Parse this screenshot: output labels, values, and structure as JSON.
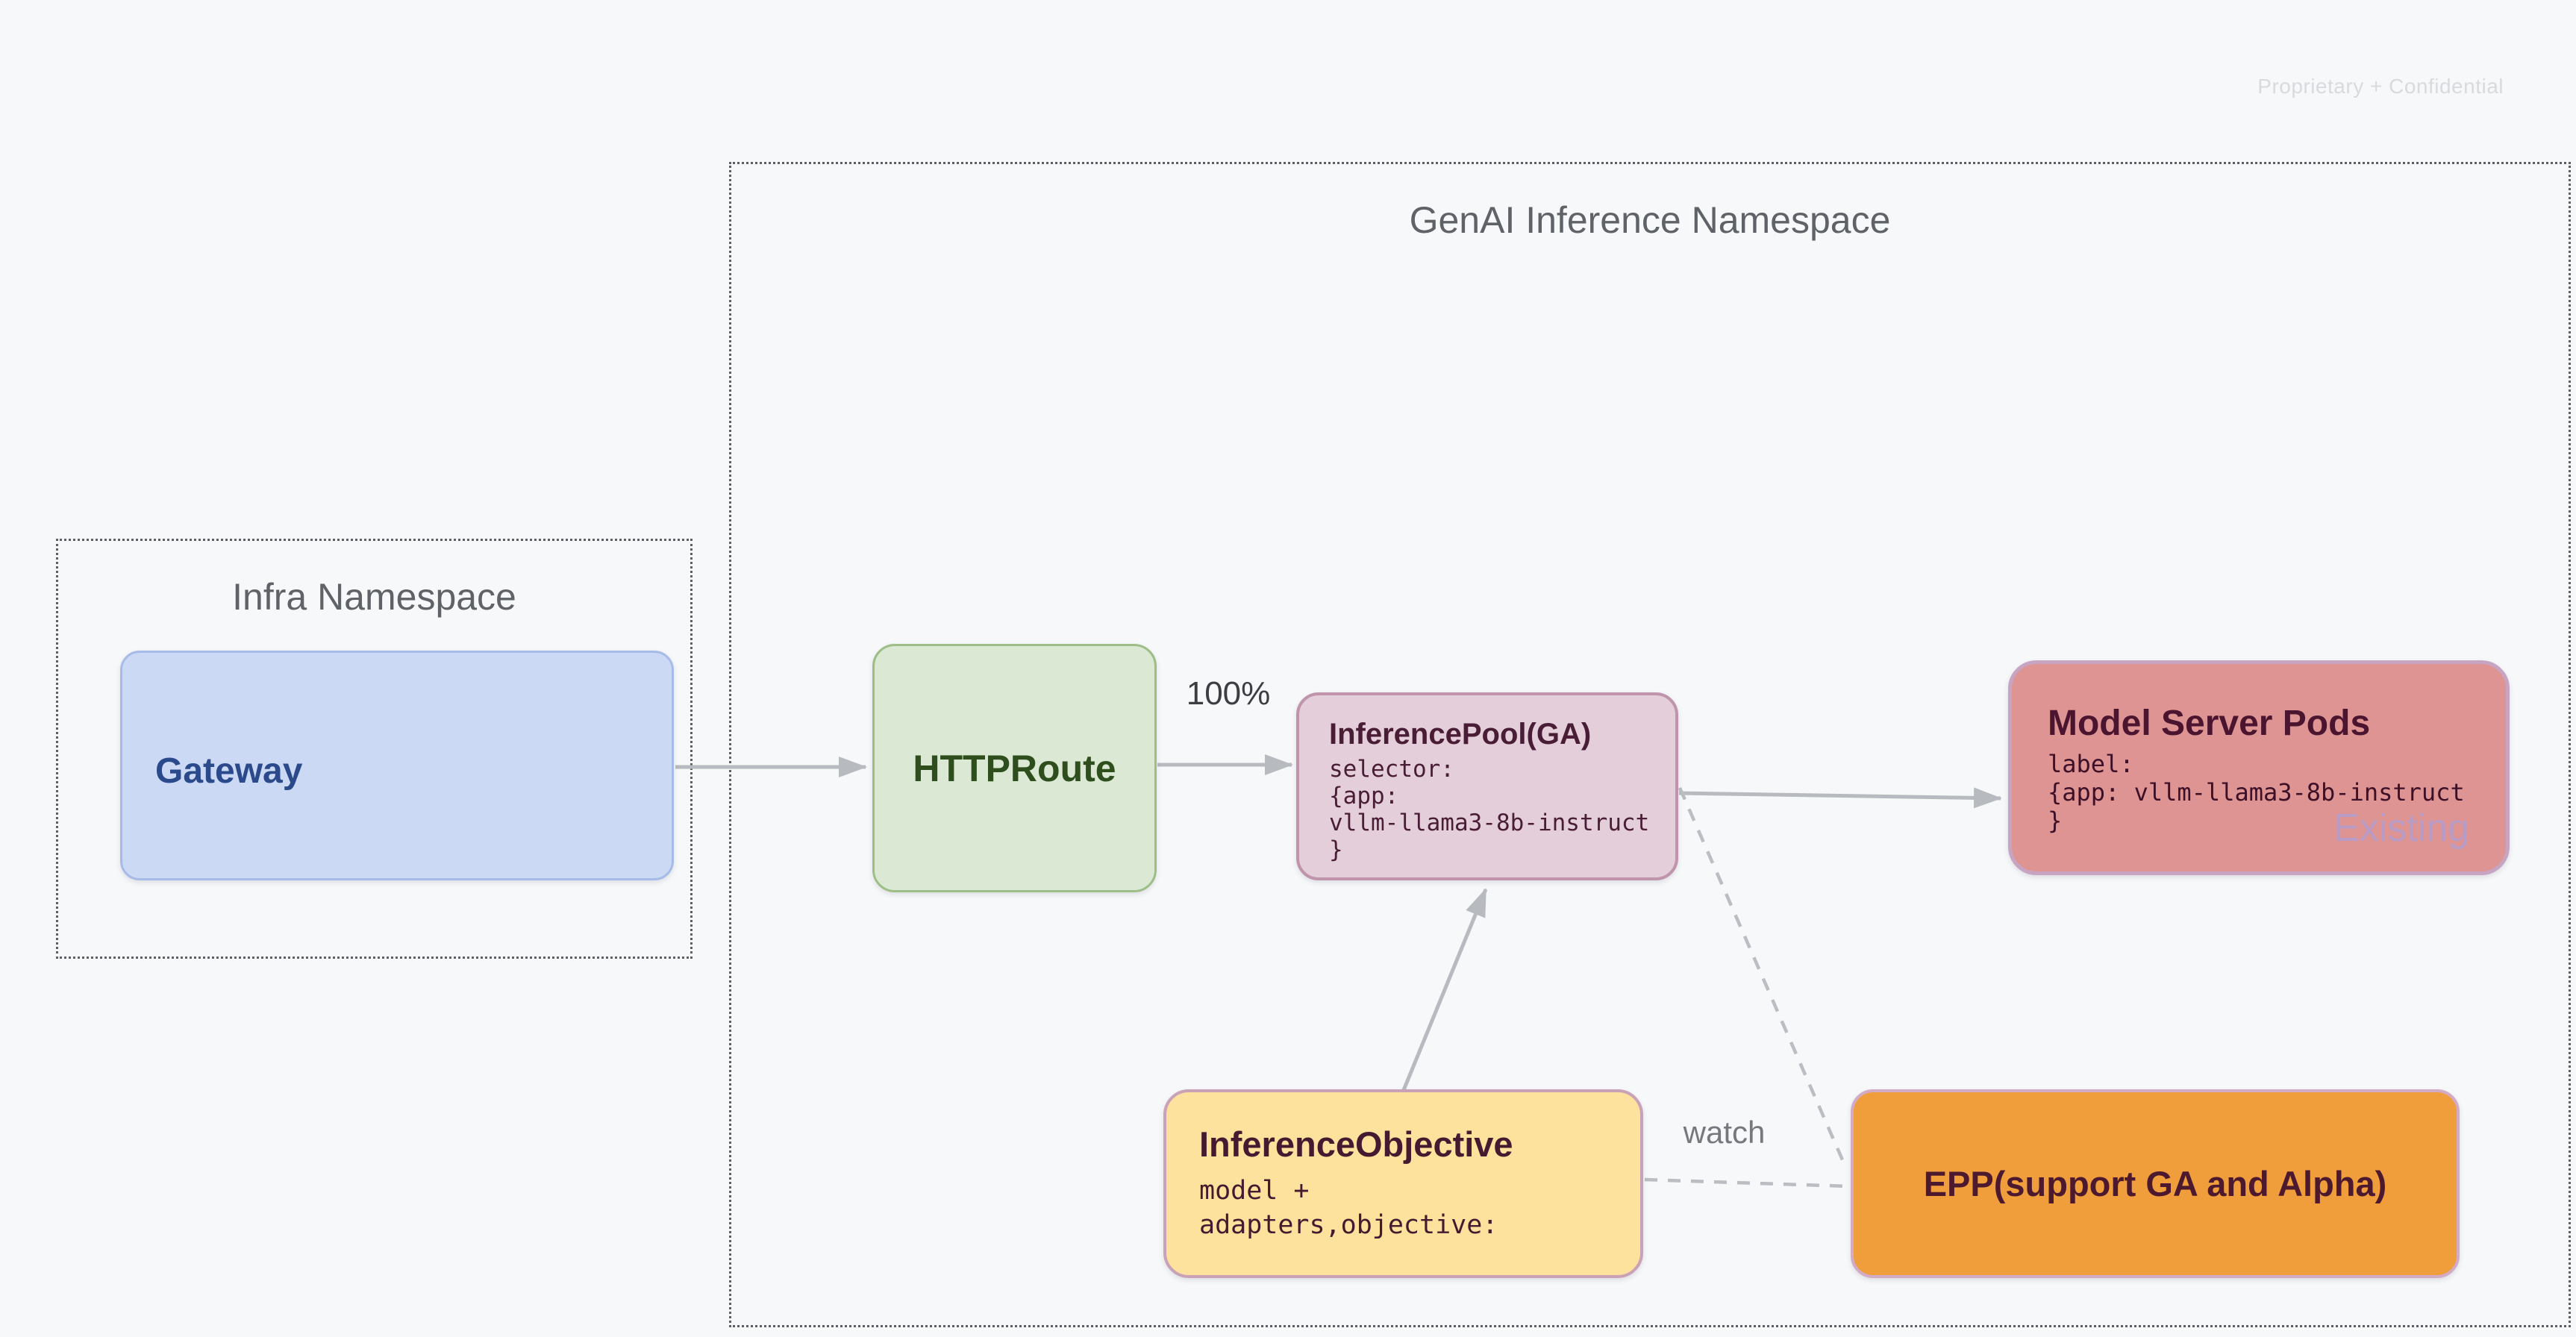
{
  "page": {
    "confidential": "Proprietary + Confidential"
  },
  "namespaces": {
    "infra": {
      "title": "Infra Namespace"
    },
    "genai": {
      "title": "GenAI Inference Namespace"
    }
  },
  "nodes": {
    "gateway": {
      "title": "Gateway"
    },
    "httproute": {
      "title": "HTTPRoute"
    },
    "inference_pool": {
      "title": "InferencePool(GA)",
      "code_lines": [
        "selector:",
        "{app:",
        "vllm-llama3-8b-instruct",
        "}"
      ]
    },
    "model_server_pods": {
      "title": "Model Server Pods",
      "code_lines": [
        "label:",
        "{app: vllm-llama3-8b-instruct",
        "}"
      ],
      "status": "Existing"
    },
    "inference_objective": {
      "title": "InferenceObjective",
      "code_lines": [
        "model +",
        "adapters,objective:"
      ]
    },
    "epp": {
      "title": "EPP(support GA and Alpha)"
    }
  },
  "edges": {
    "traffic_split_label": "100%",
    "watch_label": "watch"
  },
  "colors": {
    "background": "#f7f8fa",
    "gateway_fill": "#ccd9f4",
    "gateway_text": "#2b4a8b",
    "httproute_fill": "#dbe8d3",
    "httproute_text": "#2e4f1d",
    "inference_pool_fill": "#e3ced9",
    "inference_pool_text": "#4a1d36",
    "model_server_pods_fill": "#dd9493",
    "model_server_pods_text": "#4b152f",
    "inference_objective_fill": "#fce29c",
    "epp_fill": "#f09d3c",
    "existing_text": "#b99cc6",
    "edge_gray": "#b7babf",
    "namespace_border": "#5c5f63"
  }
}
